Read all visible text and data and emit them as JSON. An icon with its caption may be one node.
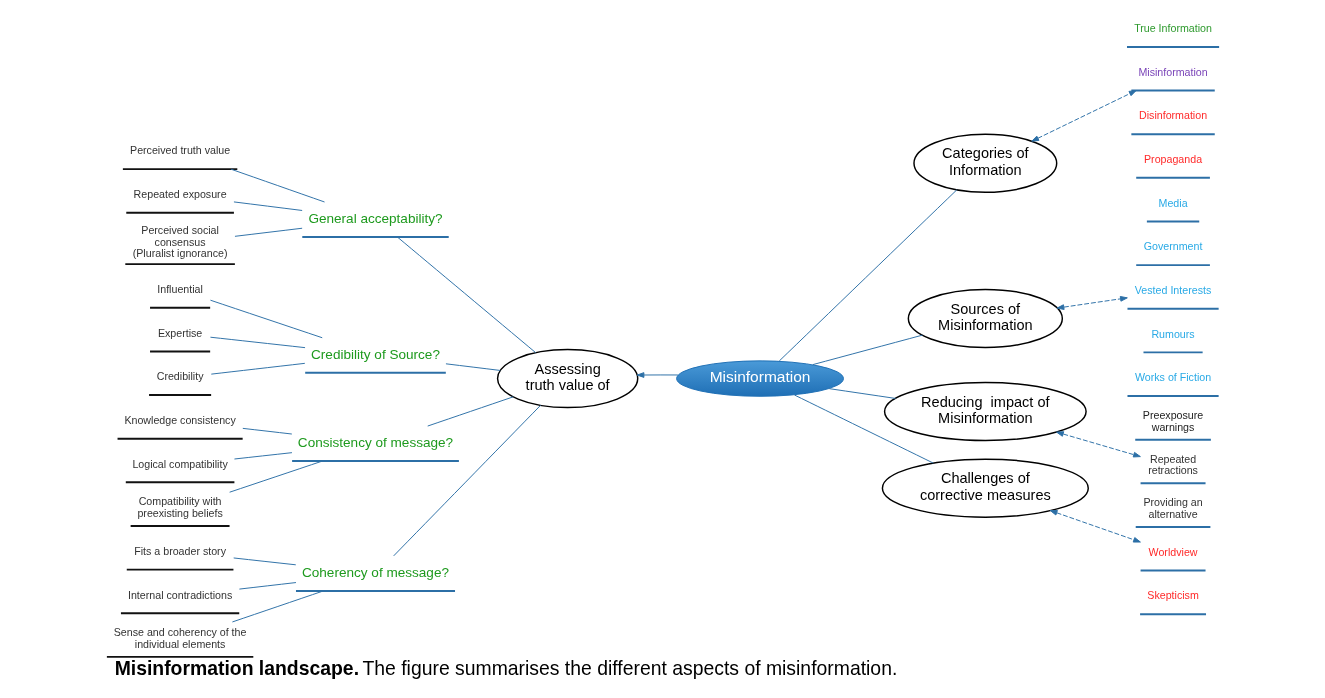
{
  "diagram": {
    "caption": "**Misinformation landscape.** The figure summarises the different aspects of misinformation.",
    "nodes": [
      {
        "text": [
          "Misinformation"
        ]
      },
      {
        "text": [
          "Assessing truth value of"
        ]
      },
      {
        "text": [
          "General acceptability?"
        ]
      },
      {
        "text": [
          "Credibility of Source?"
        ]
      },
      {
        "text": [
          "Consistency of message?"
        ]
      },
      {
        "text": [
          "Coherency of message?"
        ]
      },
      {
        "text": [
          "Perceived truth value"
        ]
      },
      {
        "text": [
          "Repeated exposure"
        ]
      },
      {
        "text": [
          "Perceived social consensus (Pluralist ignorance)"
        ]
      },
      {
        "text": [
          "Influential"
        ]
      },
      {
        "text": [
          "Expertise"
        ]
      },
      {
        "text": [
          "Credibility"
        ]
      },
      {
        "text": [
          "Knowledge consistency"
        ]
      },
      {
        "text": [
          "Logical compatibility"
        ]
      },
      {
        "text": [
          "Compatibility with preexisting beliefs"
        ]
      },
      {
        "text": [
          "Fits a broader story"
        ]
      },
      {
        "text": [
          "Internal contradictions"
        ]
      },
      {
        "text": [
          "Sense and coherency of the individual elements"
        ]
      },
      {
        "text": [
          "Categories of Information"
        ]
      },
      {
        "text": [
          "Sources of Misinformation"
        ]
      },
      {
        "text": [
          "Reducing  impact of Misinformation"
        ]
      },
      {
        "text": [
          "Challenges of corrective measures"
        ]
      },
      {
        "text": [
          "True Information"
        ]
      },
      {
        "text": [
          "Misinformation"
        ]
      },
      {
        "text": [
          "Disinformation"
        ]
      },
      {
        "text": [
          "Propaganda"
        ]
      },
      {
        "text": [
          "Media"
        ]
      },
      {
        "text": [
          "Government"
        ]
      },
      {
        "text": [
          "Vested Interests"
        ]
      },
      {
        "text": [
          "Rumours"
        ]
      },
      {
        "text": [
          "Works of Fiction"
        ]
      },
      {
        "text": [
          "Preexposure warnings"
        ]
      },
      {
        "text": [
          "Repeated retractions"
        ]
      },
      {
        "text": [
          "Providing an alternative"
        ]
      },
      {
        "text": [
          "Worldview"
        ]
      },
      {
        "text": [
          "Skepticism"
        ]
      }
    ],
    "edges": [
      {
        "from": 0,
        "to": 1,
        "arrow": "to"
      },
      {
        "from": 2,
        "to": 1,
        "arrow": "none"
      },
      {
        "from": 3,
        "to": 1,
        "arrow": "none"
      },
      {
        "from": 4,
        "to": 1,
        "arrow": "none"
      },
      {
        "from": 5,
        "to": 1,
        "arrow": "none"
      },
      {
        "from": 6,
        "to": 2,
        "arrow": "none"
      },
      {
        "from": 7,
        "to": 2,
        "arrow": "none"
      },
      {
        "from": 8,
        "to": 2,
        "arrow": "none"
      },
      {
        "from": 9,
        "to": 3,
        "arrow": "none"
      },
      {
        "from": 10,
        "to": 3,
        "arrow": "none"
      },
      {
        "from": 11,
        "to": 3,
        "arrow": "none"
      },
      {
        "from": 12,
        "to": 4,
        "arrow": "none"
      },
      {
        "from": 13,
        "to": 4,
        "arrow": "none"
      },
      {
        "from": 14,
        "to": 4,
        "arrow": "none"
      },
      {
        "from": 15,
        "to": 5,
        "arrow": "none"
      },
      {
        "from": 16,
        "to": 5,
        "arrow": "none"
      },
      {
        "from": 17,
        "to": 5,
        "arrow": "none"
      },
      {
        "from": 0,
        "to": 18,
        "arrow": "none"
      },
      {
        "from": 0,
        "to": 19,
        "arrow": "none"
      },
      {
        "from": 0,
        "to": 20,
        "arrow": "none"
      },
      {
        "from": 0,
        "to": 21,
        "arrow": "none"
      },
      {
        "from": 18,
        "to": 23,
        "arrow": "both",
        "style": "dashed"
      },
      {
        "from": 19,
        "to": 28,
        "arrow": "both",
        "style": "dashed"
      },
      {
        "from": 20,
        "to": 32,
        "arrow": "both",
        "style": "dashed"
      },
      {
        "from": 21,
        "to": 34,
        "arrow": "both",
        "style": "dashed"
      }
    ]
  }
}
